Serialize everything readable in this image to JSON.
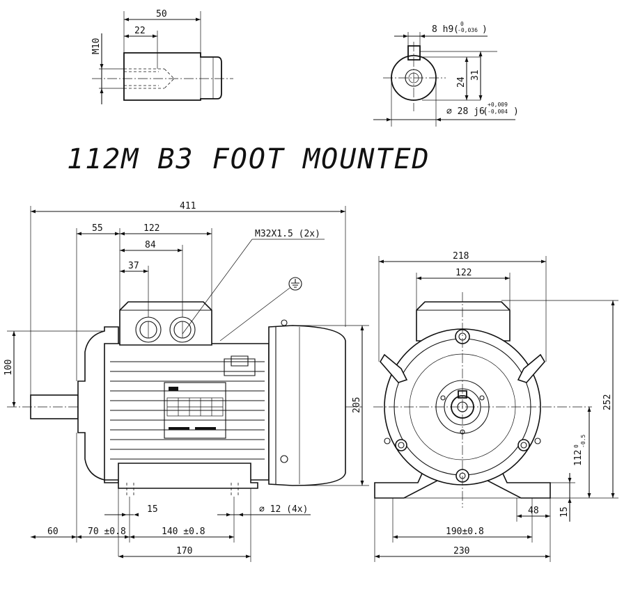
{
  "title": "112M B3 FOOT MOUNTED",
  "shaft_side": {
    "length": "50",
    "thread_depth": "22",
    "thread": "M10"
  },
  "shaft_end": {
    "key_width": "8 h9",
    "key_tol_upper": "0",
    "key_tol_lower": "-0,036",
    "key_height": "24",
    "key_total": "31",
    "diameter": "⌀ 28 j6",
    "dia_tol_upper": "+0,009",
    "dia_tol_lower": "-0,004"
  },
  "side_view": {
    "overall_length": "411",
    "terminal_offset": "55",
    "terminal_box_length": "122",
    "gland_spacing": "84",
    "gland_offset": "37",
    "gland_thread": "M32X1.5 (2x)",
    "shaft_height_dim": "100",
    "frame_height": "205",
    "shaft_extension": "60",
    "foot_offset": "70 ±0.8",
    "foot_hole_spacing": "140 ±0.8",
    "foot_length": "170",
    "foot_edge": "15",
    "foot_hole": "⌀ 12 (4x)"
  },
  "end_view": {
    "overall_width": "218",
    "terminal_box_width": "122",
    "overall_height": "252",
    "shaft_height": "112",
    "shaft_height_tol_upper": "0",
    "shaft_height_tol_lower": "-0.5",
    "foot_hole_spacing": "190±0.8",
    "foot_width": "230",
    "foot_thickness": "15",
    "foot_pad": "48"
  }
}
